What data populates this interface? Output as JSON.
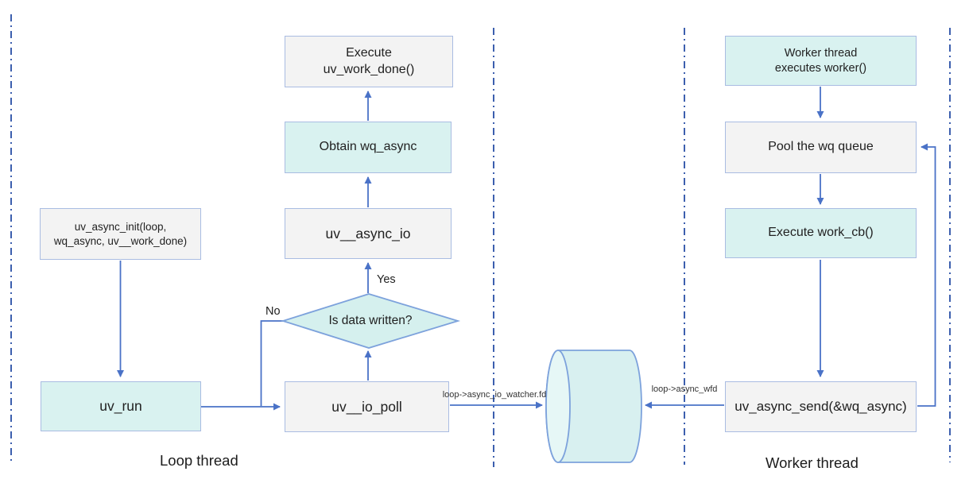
{
  "nodes": {
    "init": "uv_async_init(loop,\nwq_async, uv__work_done)",
    "uv_run": "uv_run",
    "io_poll": "uv__io_poll",
    "decision": "Is data written?",
    "async_io": "uv__async_io",
    "obtain": "Obtain wq_async",
    "exec_done": "Execute\nuv_work_done()",
    "worker": "Worker thread\nexecutes worker()",
    "pool": "Pool the wq queue",
    "work_cb": "Execute work_cb()",
    "send": "uv_async_send(&wq_async)"
  },
  "edge_labels": {
    "yes": "Yes",
    "no": "No",
    "io_watcher_fd": "loop->async_io_watcher.fd",
    "async_wfd": "loop->async_wfd"
  },
  "lane_labels": {
    "loop_thread": "Loop thread",
    "worker_thread": "Worker thread"
  },
  "colors": {
    "cyan_fill": "#d9f2f0",
    "gray_fill": "#f3f3f3",
    "box_border": "#a9bce2",
    "shape_border": "#7da2dc",
    "cylinder_fill": "#d8f0f0",
    "cylinder_face_fill": "#e6f7f6",
    "arrow": "#4a72c7",
    "divider": "#3c5fae",
    "text": "#212121"
  }
}
